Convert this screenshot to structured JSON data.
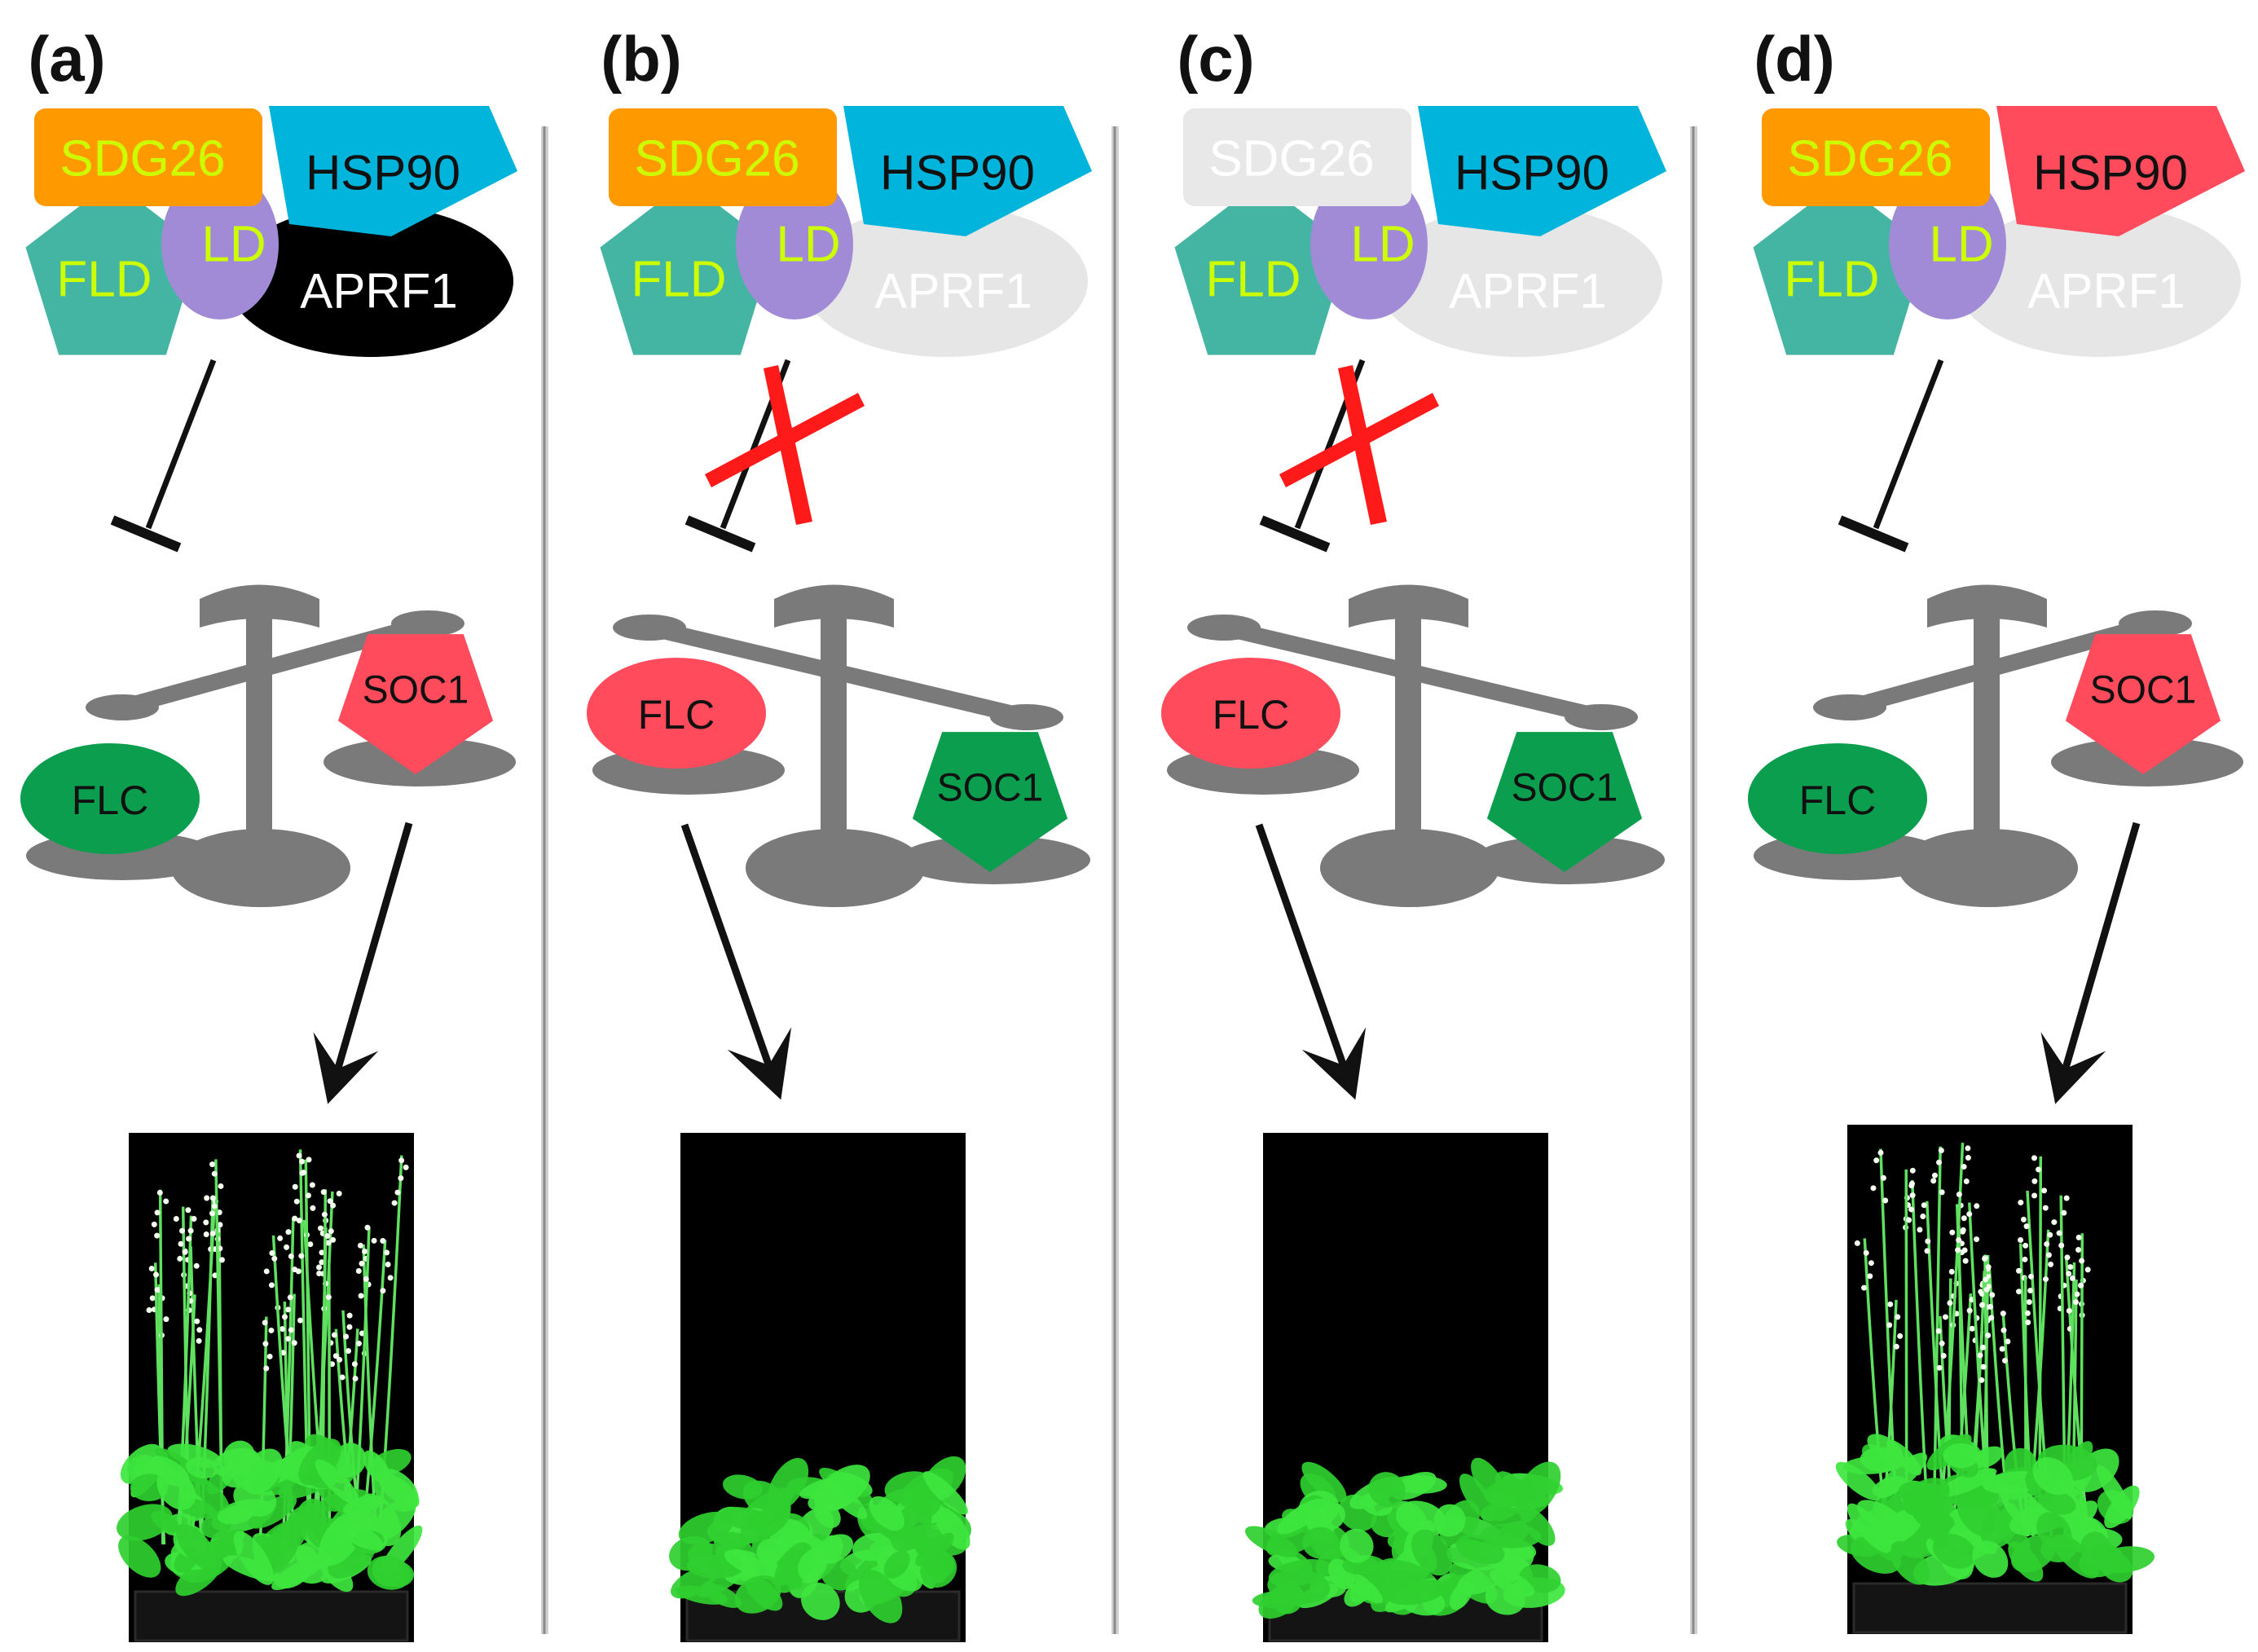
{
  "panels": [
    {
      "label": "(a)",
      "complex": [
        {
          "id": "sdg26",
          "text": "SDG26",
          "fill": "#ff9900",
          "text_color": "#ccff00",
          "faded": false
        },
        {
          "id": "hsp90",
          "text": "HSP90",
          "fill": "#00b4dc",
          "text_color": "#111111",
          "faded": false,
          "up_arrow": false
        },
        {
          "id": "fld",
          "text": "FLD",
          "fill": "#45b5a3",
          "text_color": "#ccff00",
          "faded": false
        },
        {
          "id": "ld",
          "text": "LD",
          "fill": "#a28bd6",
          "text_color": "#ccff00",
          "faded": false
        },
        {
          "id": "aprf1",
          "text": "APRF1",
          "fill": "#000000",
          "text_color": "#ffffff",
          "faded": false
        }
      ],
      "repression": "active",
      "balance": {
        "tilt": "soc1-up",
        "flc": {
          "text": "FLC",
          "fill": "#0a9e4e"
        },
        "soc1": {
          "text": "SOC1",
          "fill": "#ff4b5c"
        }
      },
      "photo": {
        "description": "flowering",
        "flowering": true
      }
    },
    {
      "label": "(b)",
      "complex": [
        {
          "id": "sdg26",
          "text": "SDG26",
          "fill": "#ff9900",
          "text_color": "#ccff00",
          "faded": false
        },
        {
          "id": "hsp90",
          "text": "HSP90",
          "fill": "#00b4dc",
          "text_color": "#111111",
          "faded": false,
          "up_arrow": false
        },
        {
          "id": "fld",
          "text": "FLD",
          "fill": "#45b5a3",
          "text_color": "#ccff00",
          "faded": false
        },
        {
          "id": "ld",
          "text": "LD",
          "fill": "#a28bd6",
          "text_color": "#ccff00",
          "faded": false
        },
        {
          "id": "aprf1",
          "text": "APRF1",
          "fill": "#e6e6e6",
          "text_color": "#ffffff",
          "faded": true
        }
      ],
      "repression": "blocked",
      "balance": {
        "tilt": "flc-up",
        "flc": {
          "text": "FLC",
          "fill": "#ff4b5c"
        },
        "soc1": {
          "text": "SOC1",
          "fill": "#0a9e4e"
        }
      },
      "photo": {
        "description": "vegetative",
        "flowering": false
      }
    },
    {
      "label": "(c)",
      "complex": [
        {
          "id": "sdg26",
          "text": "SDG26",
          "fill": "#e8e8e8",
          "text_color": "#ffffff",
          "faded": true
        },
        {
          "id": "hsp90",
          "text": "HSP90",
          "fill": "#00b4dc",
          "text_color": "#111111",
          "faded": false,
          "up_arrow": false
        },
        {
          "id": "fld",
          "text": "FLD",
          "fill": "#45b5a3",
          "text_color": "#ccff00",
          "faded": false
        },
        {
          "id": "ld",
          "text": "LD",
          "fill": "#a28bd6",
          "text_color": "#ccff00",
          "faded": false
        },
        {
          "id": "aprf1",
          "text": "APRF1",
          "fill": "#e6e6e6",
          "text_color": "#ffffff",
          "faded": true
        }
      ],
      "repression": "blocked",
      "balance": {
        "tilt": "flc-up",
        "flc": {
          "text": "FLC",
          "fill": "#ff4b5c"
        },
        "soc1": {
          "text": "SOC1",
          "fill": "#0a9e4e"
        }
      },
      "photo": {
        "description": "vegetative",
        "flowering": false
      }
    },
    {
      "label": "(d)",
      "complex": [
        {
          "id": "sdg26",
          "text": "SDG26",
          "fill": "#ff9900",
          "text_color": "#ccff00",
          "faded": false
        },
        {
          "id": "hsp90",
          "text": "HSP90",
          "fill": "#ff4b5c",
          "text_color": "#111111",
          "faded": false,
          "up_arrow": true
        },
        {
          "id": "fld",
          "text": "FLD",
          "fill": "#45b5a3",
          "text_color": "#ccff00",
          "faded": false
        },
        {
          "id": "ld",
          "text": "LD",
          "fill": "#a28bd6",
          "text_color": "#ccff00",
          "faded": false
        },
        {
          "id": "aprf1",
          "text": "APRF1",
          "fill": "#e6e6e6",
          "text_color": "#ffffff",
          "faded": true
        }
      ],
      "repression": "active",
      "balance": {
        "tilt": "soc1-up",
        "flc": {
          "text": "FLC",
          "fill": "#0a9e4e"
        },
        "soc1": {
          "text": "SOC1",
          "fill": "#ff4b5c"
        }
      },
      "photo": {
        "description": "flowering",
        "flowering": true
      }
    }
  ],
  "colors": {
    "scale": "#7a7a7a",
    "blocked_x": "#ff1a1a",
    "divider": "#8a8a8a",
    "photo_bg": "#000000",
    "plant_green": "#3ee63e"
  }
}
